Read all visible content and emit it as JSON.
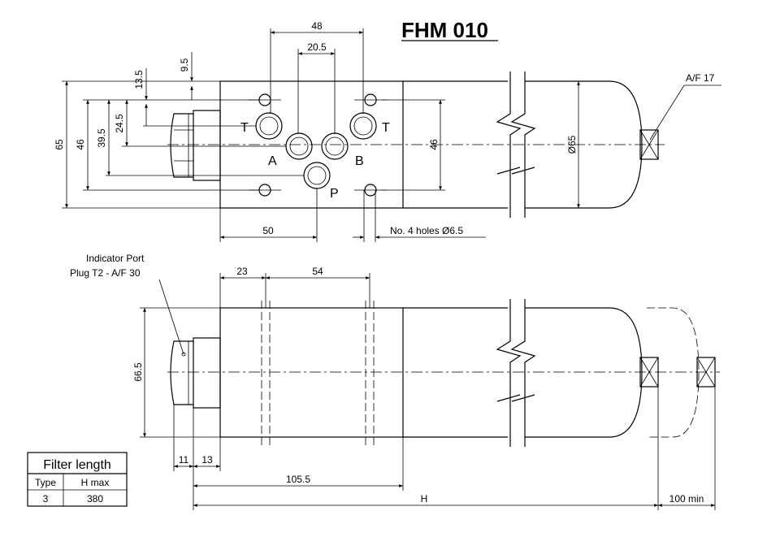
{
  "title": "FHM 010",
  "top_dims": {
    "d48": "48",
    "d20_5": "20.5",
    "d13_5": "13.5",
    "d9_5": "9.5",
    "d65": "65",
    "d46_left": "46",
    "d39_5": "39.5",
    "d24_5": "24.5",
    "d46_right": "46",
    "d_dia65": "Ø65",
    "d50": "50",
    "holes": "No. 4 holes Ø6.5",
    "af17": "A/F 17"
  },
  "ports": {
    "T_left": "T",
    "T_right": "T",
    "A": "A",
    "B": "B",
    "P": "P"
  },
  "bottom_dims": {
    "d23": "23",
    "d54": "54",
    "d66_5": "66.5",
    "d11": "11",
    "d13": "13",
    "d105_5": "105.5",
    "dH": "H",
    "d100min": "100 min",
    "indicator_line1": "Indicator Port",
    "indicator_line2": "Plug T2 - A/F 30"
  },
  "table": {
    "title": "Filter length",
    "headers": [
      "Type",
      "H max"
    ],
    "rows": [
      [
        "3",
        "380"
      ]
    ]
  }
}
